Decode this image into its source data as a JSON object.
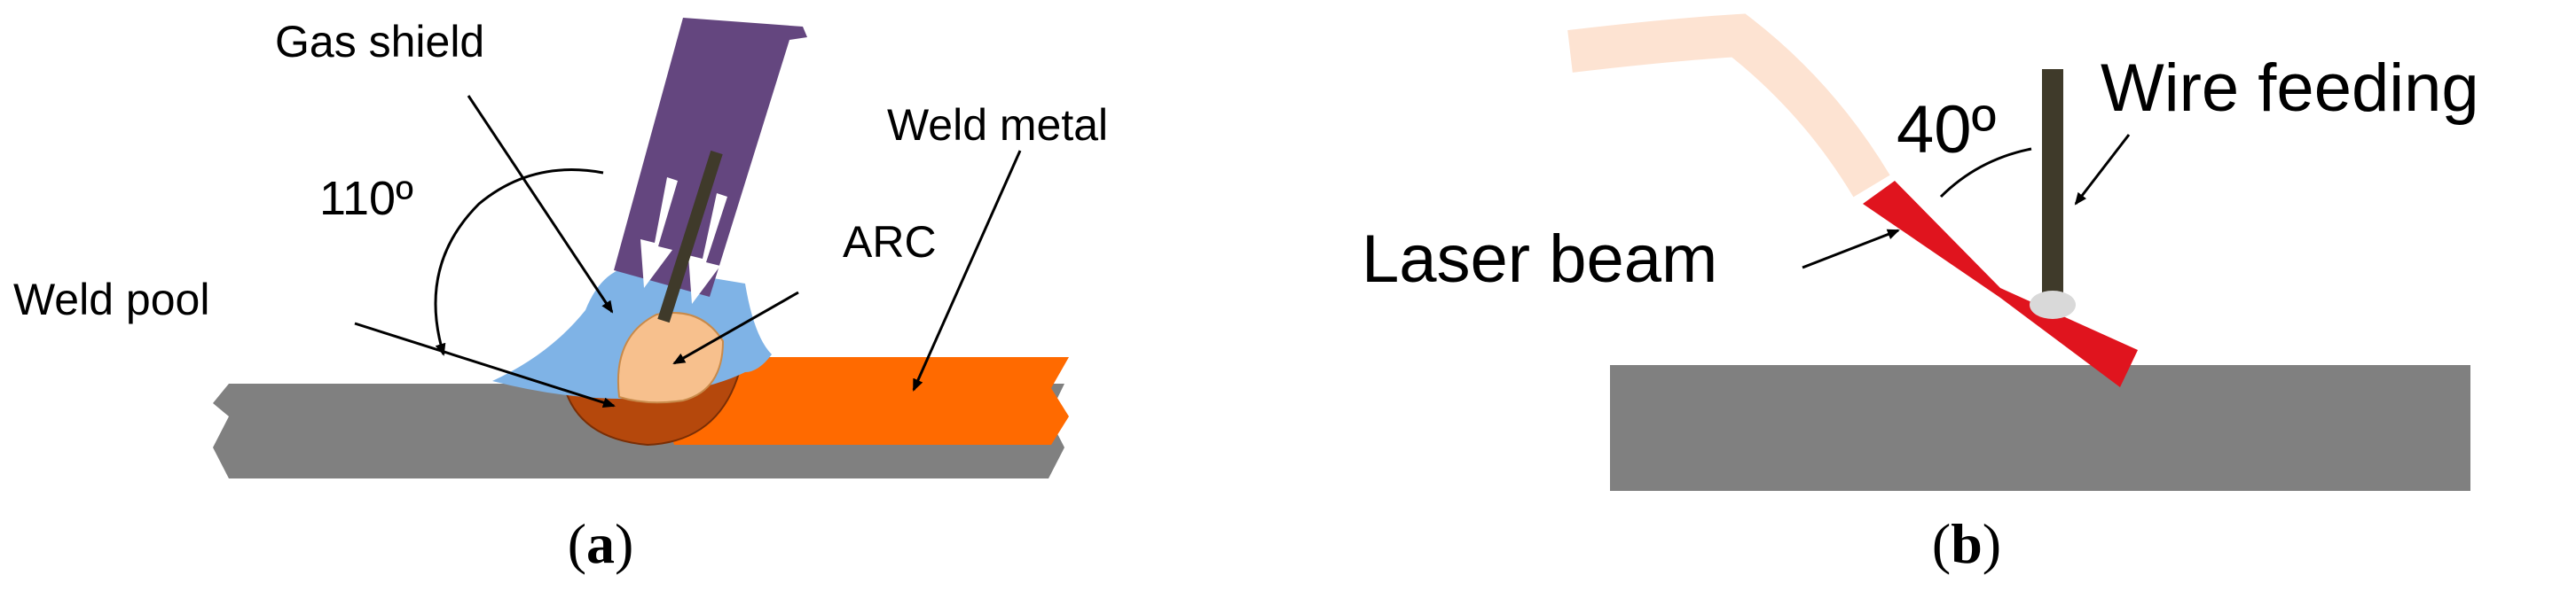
{
  "panel_a": {
    "labels": {
      "gas_shield": "Gas shield",
      "weld_metal": "Weld metal",
      "angle": "110º",
      "arc": "ARC",
      "weld_pool": "Weld pool"
    },
    "caption_letter": "a"
  },
  "panel_b": {
    "labels": {
      "wire_feeding": "Wire feeding",
      "angle": "40º",
      "laser_beam": "Laser beam"
    },
    "caption_letter": "b"
  },
  "colors": {
    "plate": "#808080",
    "weld_metal": "#ff6a00",
    "torch": "#64467f",
    "gas_shield": "#7fb3e6",
    "arc": "#f7c08d",
    "weld_pool": "#b5480c",
    "wire": "#3f3a2a",
    "laser": "#e0141e",
    "laser_fiber": "#fde3d2",
    "wire_tip": "#d9d9d9"
  }
}
